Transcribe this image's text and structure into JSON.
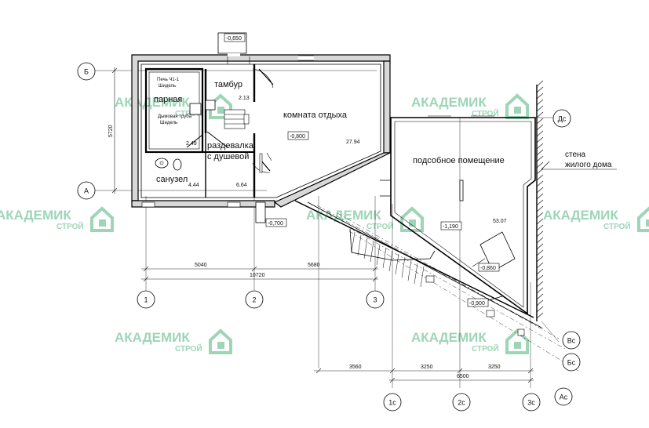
{
  "watermark": {
    "brand_name": "АКАДЕМИК",
    "brand_sub": "СТРОЙ",
    "brand_color": "#7ec8a0",
    "logo_icon": "house-logo-icon"
  },
  "rooms": {
    "tambur": "тамбур",
    "parnaya": "парная",
    "komnata": "комната отдыха",
    "razdevalka_1": "раздевалка",
    "razdevalka_2": "с душевой",
    "sanuzel": "санузел",
    "podsobnoe": "подсобное помещение"
  },
  "notes": {
    "pech_1": "Печь Ч1-1",
    "pech_2": "Шидель",
    "dym_1": "Дымовая труба",
    "dym_2": "Шидель",
    "stena_1": "стена",
    "stena_2": "жилого дома"
  },
  "areas": {
    "tambur": "2.13",
    "komnata": "27.94",
    "razdevalka": "2.49",
    "sanuzel": "4.44",
    "corridor": "6.64",
    "podsobnoe": "53.07"
  },
  "levels": {
    "top_entry": "-0,650",
    "komnata": "-0,800",
    "bottom_entry": "-0,700",
    "podsobnoe": "-1,190",
    "ramp": "-0,860",
    "ramp_low": "-0,900"
  },
  "dimensions": {
    "d_5040": "5040",
    "d_5680": "5680",
    "d_10720": "10720",
    "d_5720": "5720",
    "d_3560": "3560",
    "d_3250a": "3250",
    "d_3250b": "3250",
    "d_6500": "6500"
  },
  "axes": {
    "B": "Б",
    "A": "А",
    "n1": "1",
    "n2": "2",
    "n3": "3",
    "Dc": "Дс",
    "Vc": "Вс",
    "Bc": "Бс",
    "Ac": "Ас",
    "c1": "1с",
    "c2": "2с",
    "c3": "3с"
  }
}
